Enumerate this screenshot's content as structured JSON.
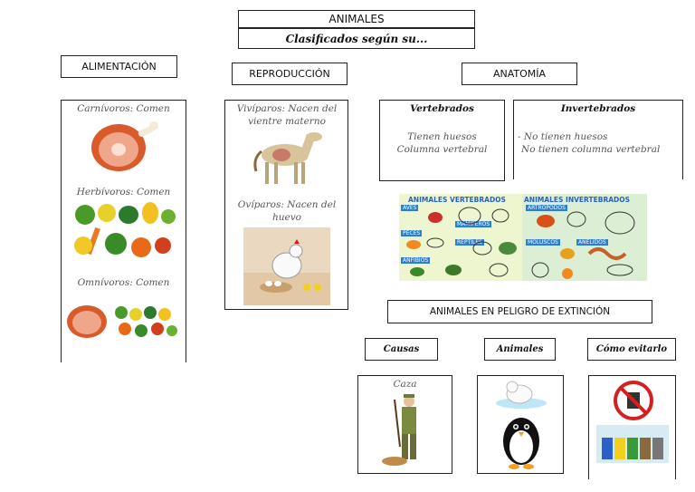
{
  "title": "ANIMALES",
  "subtitle": "Clasificados según su...",
  "categories": {
    "alimentacion": "ALIMENTACIÓN",
    "reproduccion": "REPRODUCCIÓN",
    "anatomia": "ANATOMÍA"
  },
  "alimentacion": {
    "carnivoros": "Carnívoros: Comen",
    "herbivoros": "Herbívoros: Comen",
    "omnivoros": "Omnívoros: Comen"
  },
  "reproduccion": {
    "viviparos": "Vivíparos: Nacen del vientre materno",
    "oviparos": "Ovíparos: Nacen del huevo"
  },
  "anatomia": {
    "vertebrados_title": "Vertebrados",
    "vertebrados_lines": [
      "Tienen huesos",
      "Columna vertebral"
    ],
    "invertebrados_title": "Invertebrados",
    "invertebrados_lines": [
      "- No tienen huesos",
      "No tienen columna vertebral"
    ],
    "poster_left": "ANIMALES VERTEBRADOS",
    "poster_right": "ANIMALES INVERTEBRADOS",
    "poster_tags": [
      "AVES",
      "PECES",
      "MAMÍFEROS",
      "REPTILES",
      "ANFIBIOS",
      "ARTRÓPODOS",
      "MOLUSCOS",
      "ANÉLIDOS"
    ]
  },
  "extincion": {
    "title": "ANIMALES EN PELIGRO DE EXTINCIÓN",
    "causas": "Causas",
    "animales": "Animales",
    "como_evitarlo": "Cómo evitarlo",
    "caza": "Caza"
  },
  "colors": {
    "poster_bg": "#e8f3c8",
    "poster_title": "#2563c9",
    "poster_right_bg": "#d8f0d0",
    "no_sign_red": "#d42020"
  }
}
